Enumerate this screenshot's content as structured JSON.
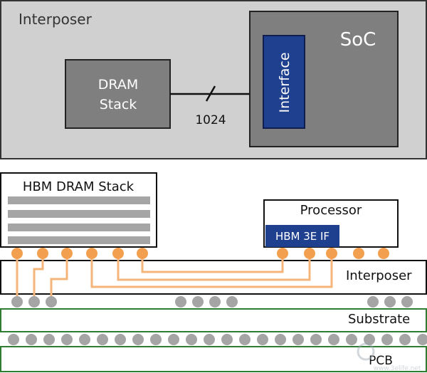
{
  "top_view": {
    "interposer_label": "Interposer",
    "dram_label_line1": "DRAM",
    "dram_label_line2": "Stack",
    "bus_width": "1024",
    "soc_label": "SoC",
    "interface_label": "Interface"
  },
  "cross_section": {
    "hbm_label": "HBM DRAM Stack",
    "processor_label": "Processor",
    "hbm_if_label": "HBM 3E IF",
    "interposer_label": "Interposer",
    "substrate_label": "Substrate",
    "pcb_label": "PCB"
  },
  "watermark": {
    "name": "3elife-watermark",
    "text": "www.3elife.net"
  },
  "colors": {
    "interposer_fill": "#d0d0d0",
    "block_fill": "#7f7f7f",
    "interface_fill": "#1f3f8f",
    "bump_orange": "#f2a04f",
    "wire_orange": "#f5b47a",
    "ball_gray": "#a5a5a5",
    "layer_green": "#2e7d32"
  }
}
